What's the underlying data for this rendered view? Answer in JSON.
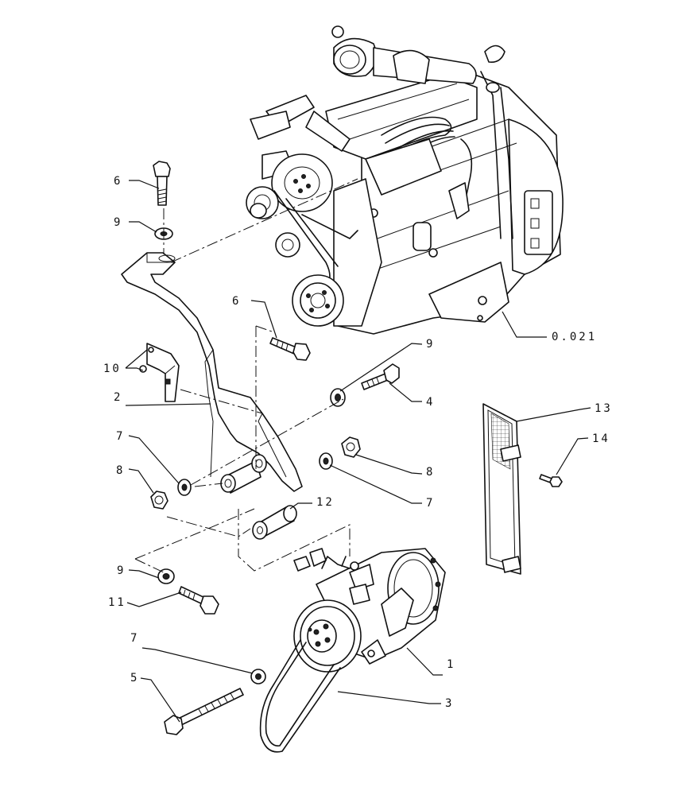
{
  "callouts": {
    "engine_ref": "0.021",
    "c6_top": "6",
    "c9_top": "9",
    "c6_mid": "6",
    "c9_right": "9",
    "c10": "10",
    "c2": "2",
    "c4": "4",
    "c7_left": "7",
    "c8_left": "8",
    "c8_right": "8",
    "c7_right": "7",
    "c12": "12",
    "c13": "13",
    "c14": "14",
    "c9_bottom": "9",
    "c11": "11",
    "c1": "1",
    "c7_bottom": "7",
    "c5": "5",
    "c3": "3"
  }
}
